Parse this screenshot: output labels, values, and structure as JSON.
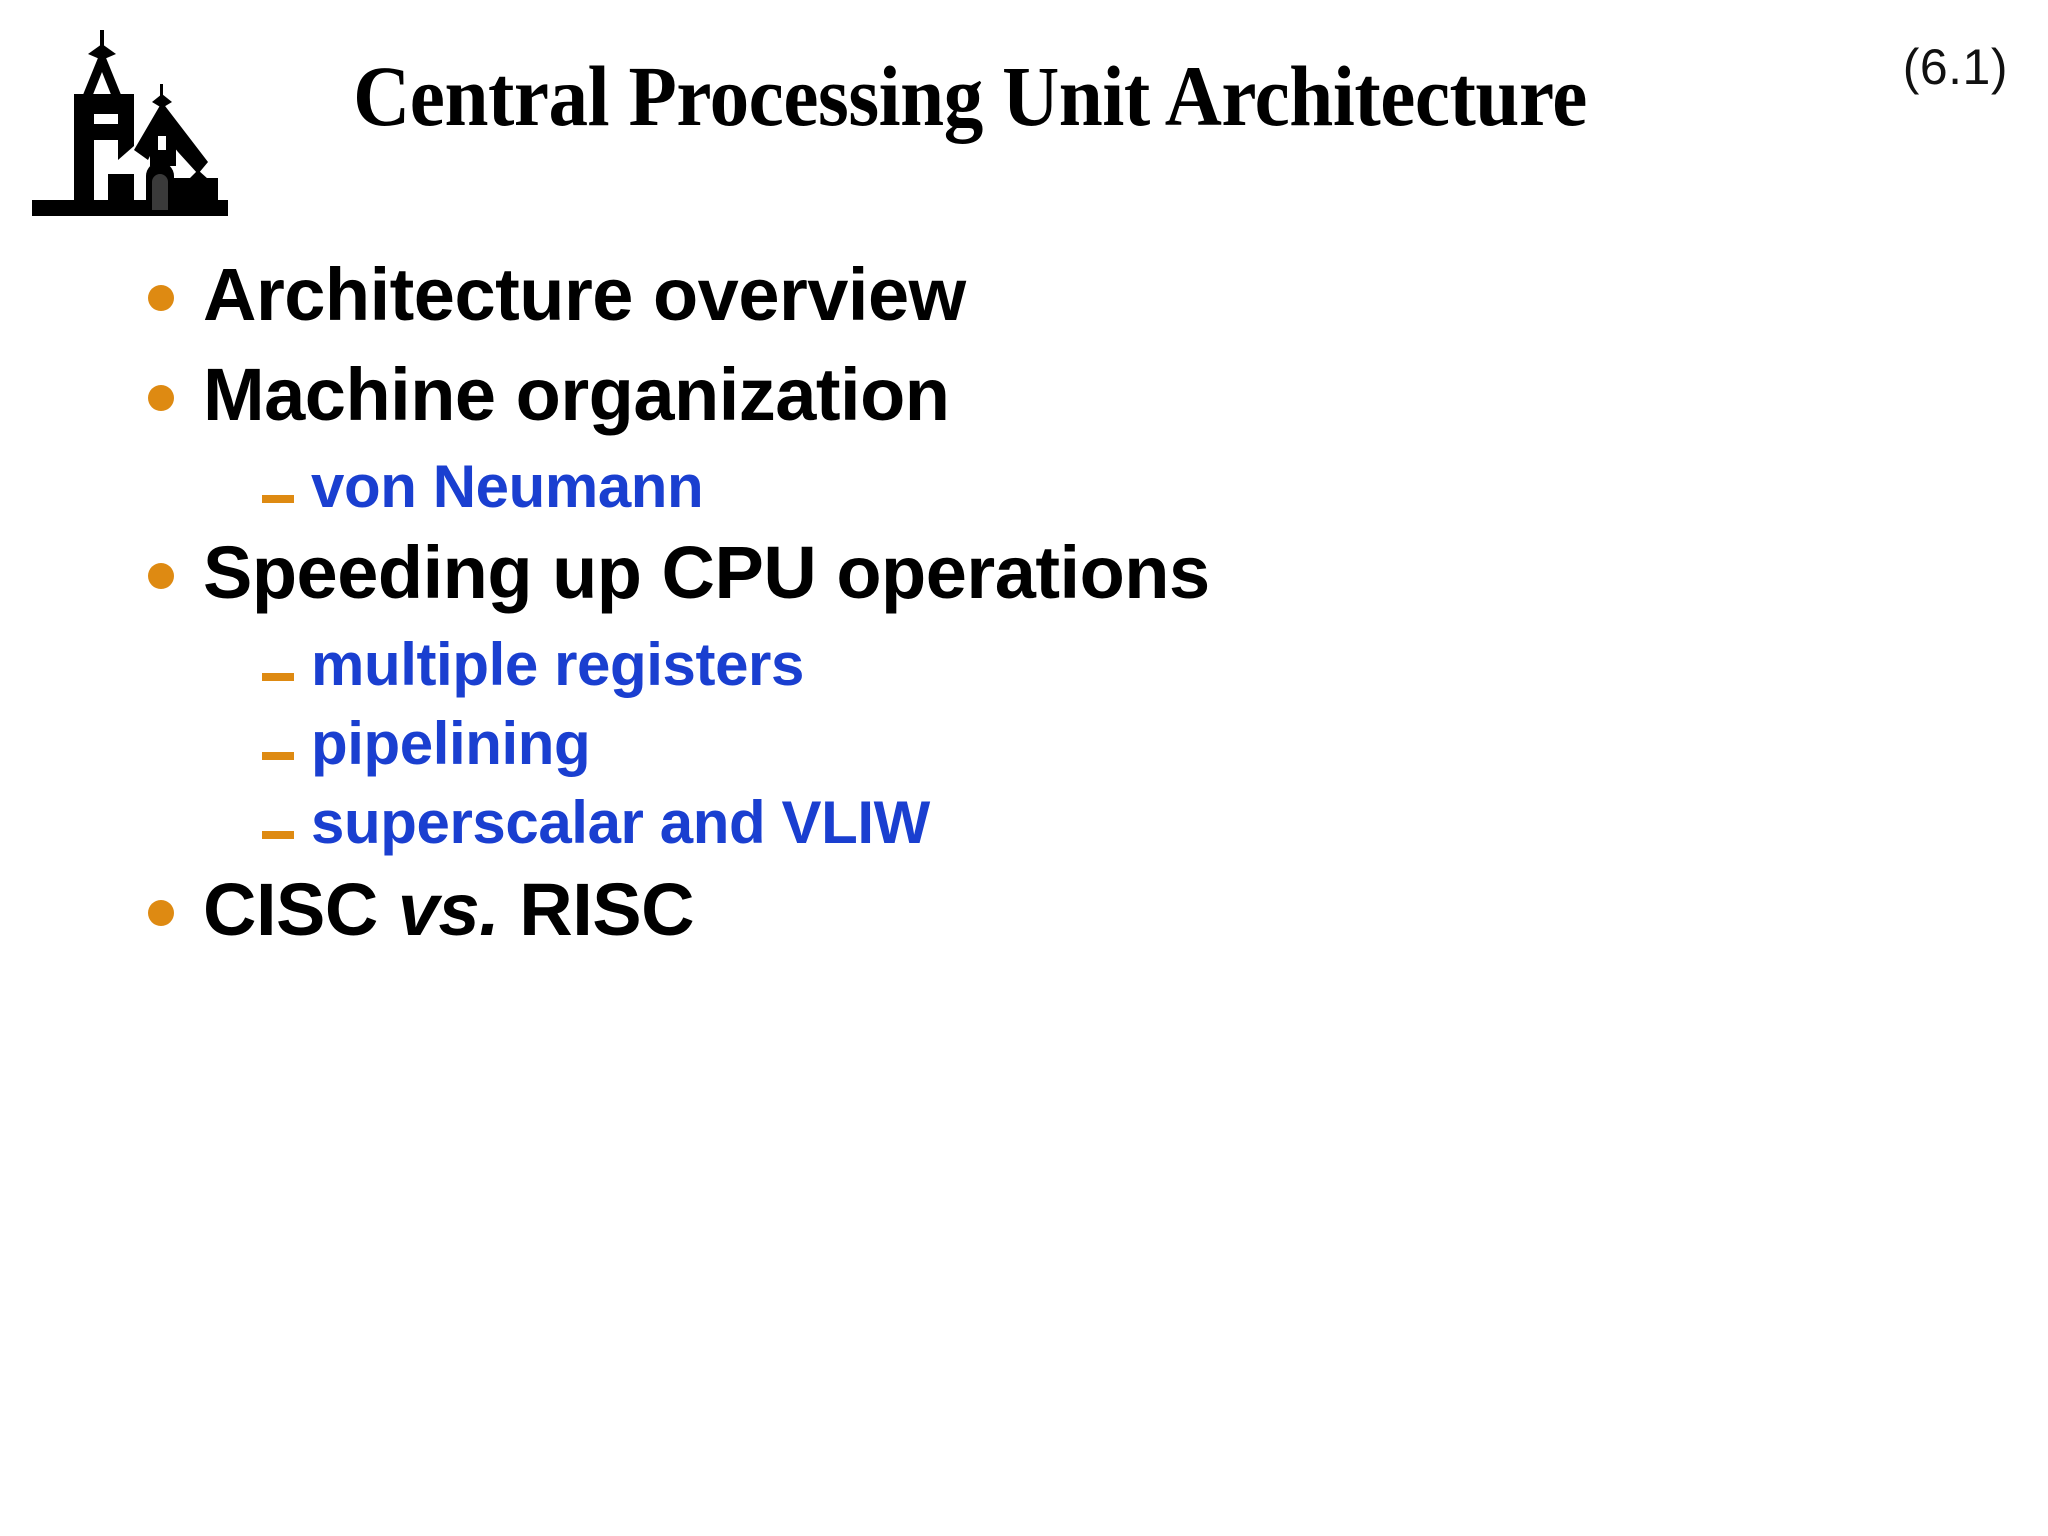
{
  "slide": {
    "title": "Central Processing Unit Architecture",
    "page_number": "(6.1)",
    "logo_name": "university-church-logo",
    "colors": {
      "bullet_orange": "#DE8A12",
      "sub_bullet_blue": "#1A3FD0",
      "title_black": "#000000",
      "background": "#FFFFFF"
    },
    "bullets": [
      {
        "level": 1,
        "text": "Architecture overview",
        "marker": "orange-dot"
      },
      {
        "level": 1,
        "text": "Machine organization",
        "marker": "orange-dot"
      },
      {
        "level": 2,
        "text": "von Neumann",
        "marker": "orange-dash"
      },
      {
        "level": 1,
        "text": "Speeding up CPU operations",
        "marker": "orange-dot"
      },
      {
        "level": 2,
        "text": "multiple registers",
        "marker": "orange-dash"
      },
      {
        "level": 2,
        "text": "pipelining",
        "marker": "orange-dash"
      },
      {
        "level": 2,
        "text": "superscalar and VLIW",
        "marker": "orange-dash"
      },
      {
        "level": 1,
        "text_parts": {
          "before": "CISC ",
          "italic": "vs.",
          "after": " RISC"
        },
        "text": "CISC vs. RISC",
        "marker": "orange-dot"
      }
    ]
  }
}
